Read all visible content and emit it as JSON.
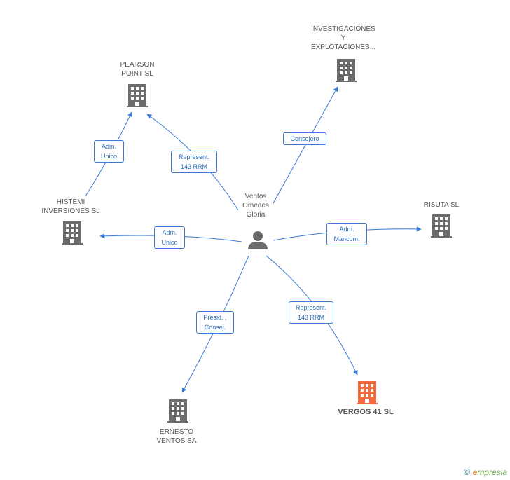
{
  "center": {
    "name": [
      "Ventos",
      "Omedes",
      "Gloria"
    ],
    "icon": "person-icon"
  },
  "companies": {
    "pearson": {
      "name": [
        "PEARSON",
        "POINT SL"
      ],
      "icon": "building-icon"
    },
    "investigaciones": {
      "name": [
        "INVESTIGACIONES",
        "Y",
        "EXPLOTACIONES..."
      ],
      "icon": "building-icon"
    },
    "histemi": {
      "name": [
        "HISTEMI",
        "INVERSIONES SL"
      ],
      "icon": "building-icon"
    },
    "risuta": {
      "name": [
        "RISUTA  SL"
      ],
      "icon": "building-icon"
    },
    "ernesto": {
      "name": [
        "ERNESTO",
        "VENTOS SA"
      ],
      "icon": "building-icon"
    },
    "vergos": {
      "name": [
        "VERGOS 41 SL"
      ],
      "icon": "building-icon",
      "highlighted": true
    }
  },
  "relations": {
    "histemi_pearson": [
      "Adm.",
      "Unico"
    ],
    "center_pearson": [
      "Represent.",
      "143 RRM"
    ],
    "center_investigaciones": [
      "Consejero"
    ],
    "center_histemi": [
      "Adm.",
      "Unico"
    ],
    "center_risuta": [
      "Adm.",
      "Mancom."
    ],
    "center_ernesto": [
      "Presid. ,",
      "Consej."
    ],
    "center_vergos": [
      "Represent.",
      "143 RRM"
    ]
  },
  "colors": {
    "edge": "#3a7bd5",
    "building": "#6b6b6b",
    "highlight": "#f26a3d",
    "person": "#6b6b6b"
  },
  "footer": {
    "copyright": "©",
    "brand_initial": "e",
    "brand_rest": "mpresia"
  }
}
